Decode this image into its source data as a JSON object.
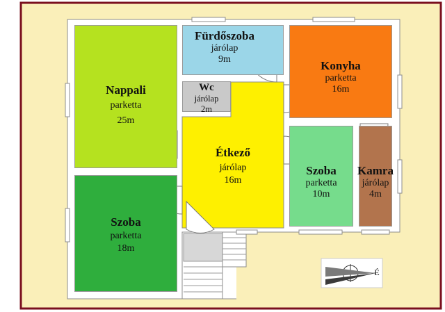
{
  "colors": {
    "frame": "#7a0f1e",
    "background": "#faefb9",
    "wall": "#ffffff",
    "nappali": "#b5e21f",
    "furdoszoba": "#9bd6e8",
    "wc": "#c9c9c9",
    "konyha": "#f97a12",
    "etkezo": "#fef000",
    "szoba_small": "#76dc8c",
    "kamra": "#b2744d",
    "szoba_large": "#2fae3d"
  },
  "rooms": {
    "nappali": {
      "name": "Nappali",
      "floor": "parketta",
      "area": "25m"
    },
    "furdoszoba": {
      "name": "Fürdőszoba",
      "floor": "járólap",
      "area": "9m"
    },
    "wc": {
      "name": "Wc",
      "floor": "járólap",
      "area": "2m"
    },
    "konyha": {
      "name": "Konyha",
      "floor": "parketta",
      "area": "16m"
    },
    "etkezo": {
      "name": "Étkező",
      "floor": "járólap",
      "area": "16m"
    },
    "szoba_small": {
      "name": "Szoba",
      "floor": "parketta",
      "area": "10m"
    },
    "kamra": {
      "name": "Kamra",
      "floor": "járólap",
      "area": "4m"
    },
    "szoba_large": {
      "name": "Szoba",
      "floor": "parketta",
      "area": "18m"
    }
  },
  "compass": {
    "direction_label": "É",
    "icon": "north-arrow-icon"
  }
}
